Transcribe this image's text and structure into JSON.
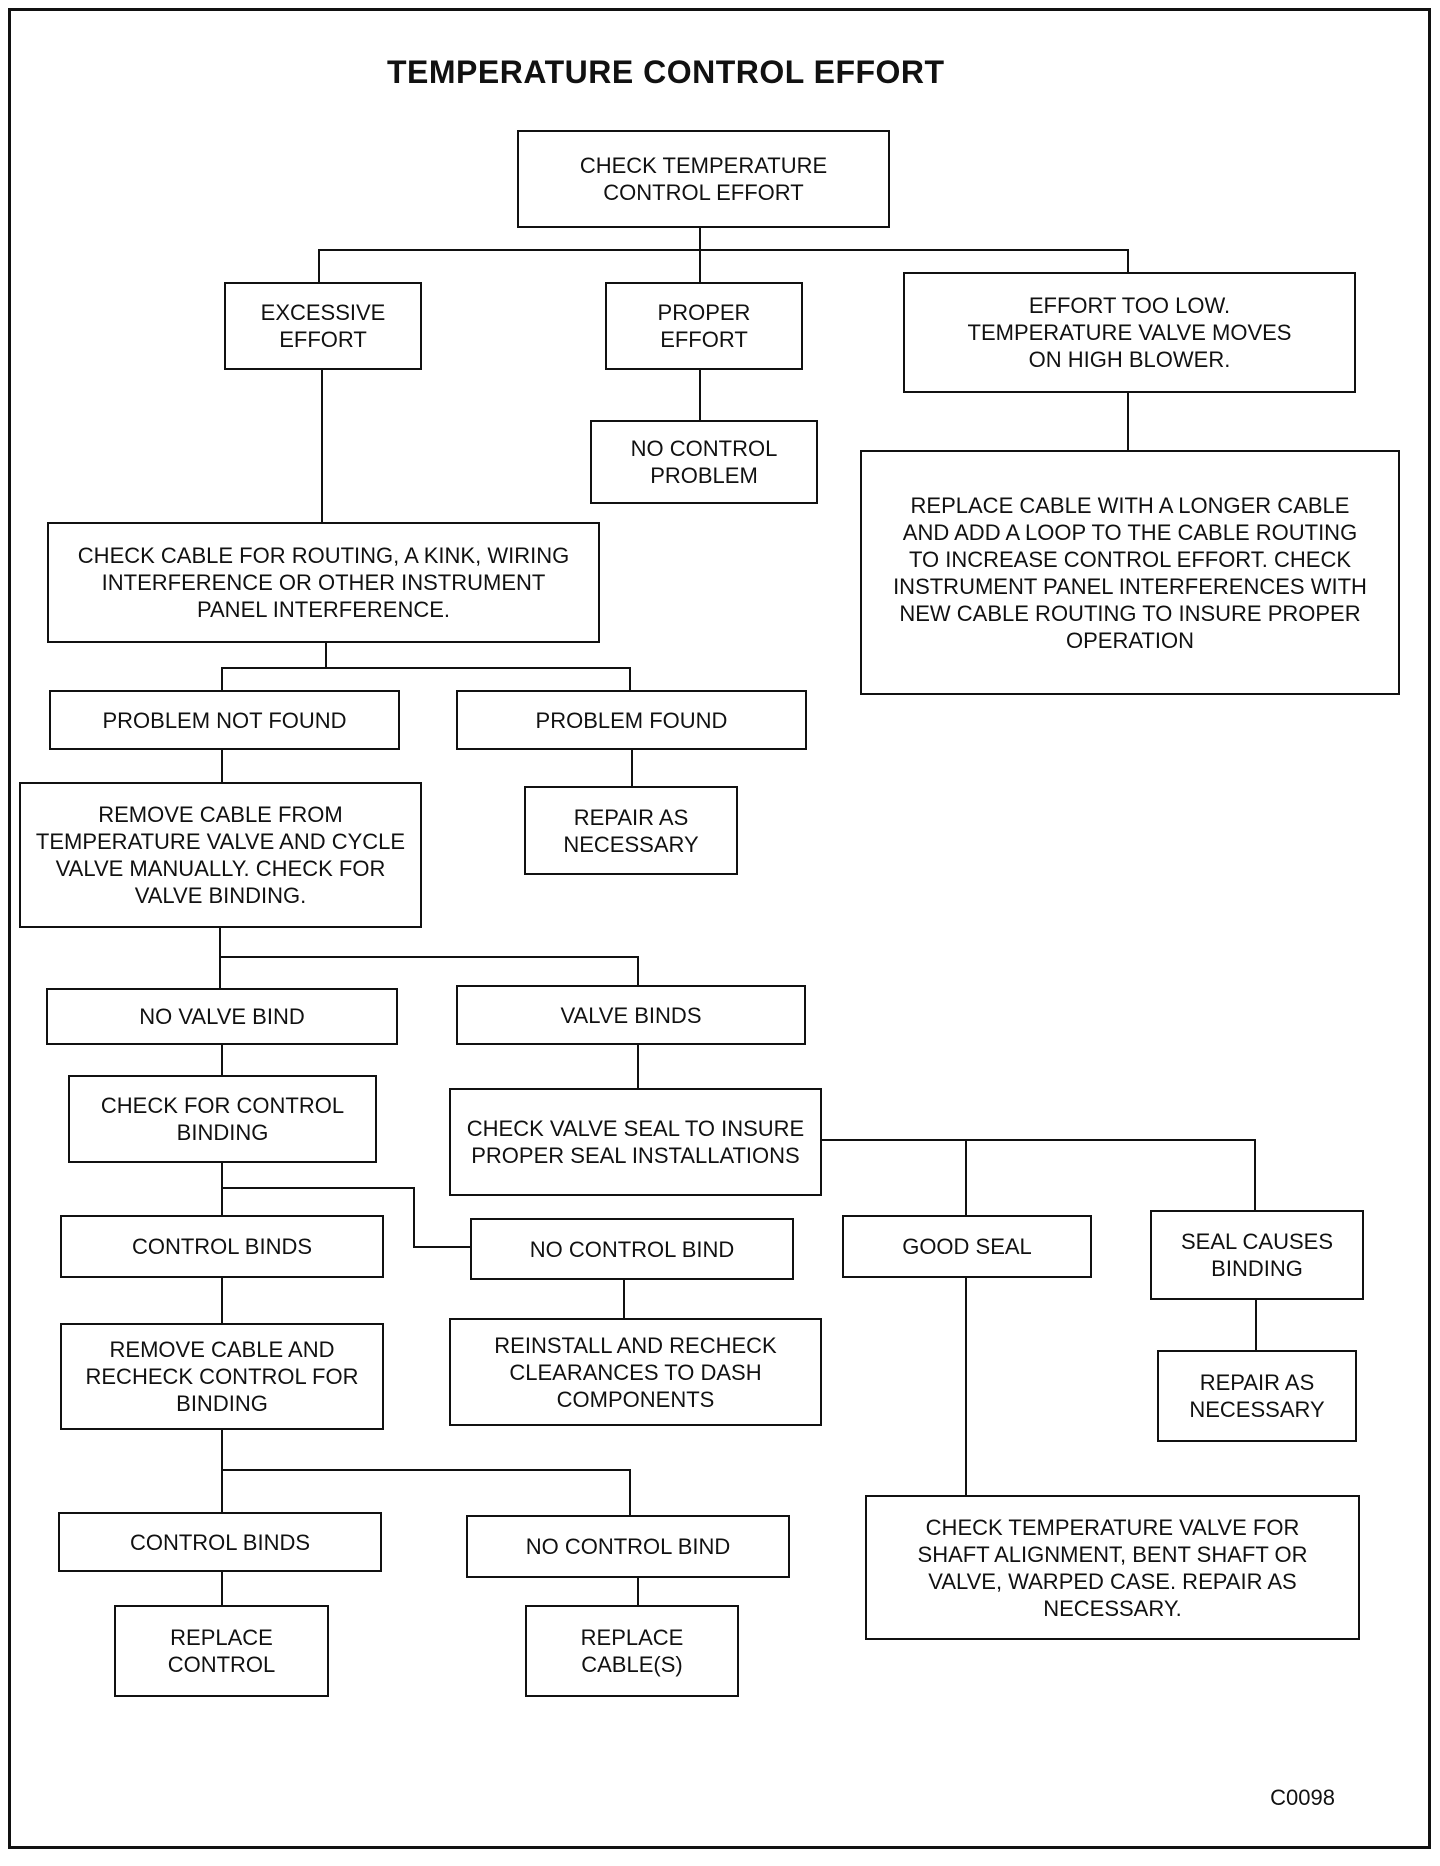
{
  "title": "TEMPERATURE CONTROL EFFORT",
  "figure_code": "C0098",
  "boxes": {
    "check_effort": "CHECK TEMPERATURE\nCONTROL EFFORT",
    "excessive_effort": "EXCESSIVE\nEFFORT",
    "proper_effort": "PROPER\nEFFORT",
    "effort_too_low": "EFFORT TOO LOW.\nTEMPERATURE VALVE MOVES\nON HIGH BLOWER.",
    "no_control_problem": "NO CONTROL\nPROBLEM",
    "replace_longer_cable": "REPLACE CABLE WITH A LONGER CABLE\nAND ADD A LOOP TO THE CABLE ROUTING\nTO INCREASE CONTROL EFFORT. CHECK\nINSTRUMENT PANEL INTERFERENCES WITH\nNEW CABLE ROUTING TO INSURE PROPER\nOPERATION",
    "check_cable_routing": "CHECK CABLE FOR ROUTING, A KINK, WIRING\nINTERFERENCE OR OTHER INSTRUMENT\nPANEL INTERFERENCE.",
    "problem_not_found": "PROBLEM NOT FOUND",
    "problem_found": "PROBLEM FOUND",
    "remove_cable_cycle": "REMOVE CABLE FROM\nTEMPERATURE VALVE AND CYCLE\nVALVE MANUALLY. CHECK FOR\nVALVE BINDING.",
    "repair_1": "REPAIR AS\nNECESSARY",
    "no_valve_bind": "NO VALVE BIND",
    "valve_binds": "VALVE BINDS",
    "check_control_binding": "CHECK FOR CONTROL\nBINDING",
    "check_valve_seal": "CHECK VALVE SEAL TO INSURE\nPROPER SEAL INSTALLATIONS",
    "control_binds_1": "CONTROL BINDS",
    "no_control_bind_1": "NO CONTROL BIND",
    "good_seal": "GOOD SEAL",
    "seal_causes_binding": "SEAL CAUSES\nBINDING",
    "remove_cable_recheck": "REMOVE CABLE AND\nRECHECK CONTROL FOR\nBINDING",
    "reinstall_recheck": "REINSTALL AND RECHECK\nCLEARANCES TO DASH\nCOMPONENTS",
    "repair_2": "REPAIR AS\nNECESSARY",
    "check_temp_valve": "CHECK TEMPERATURE VALVE FOR\nSHAFT ALIGNMENT, BENT SHAFT OR\nVALVE, WARPED CASE. REPAIR AS\nNECESSARY.",
    "control_binds_2": "CONTROL BINDS",
    "no_control_bind_2": "NO CONTROL BIND",
    "replace_control": "REPLACE\nCONTROL",
    "replace_cables": "REPLACE\nCABLE(S)"
  }
}
